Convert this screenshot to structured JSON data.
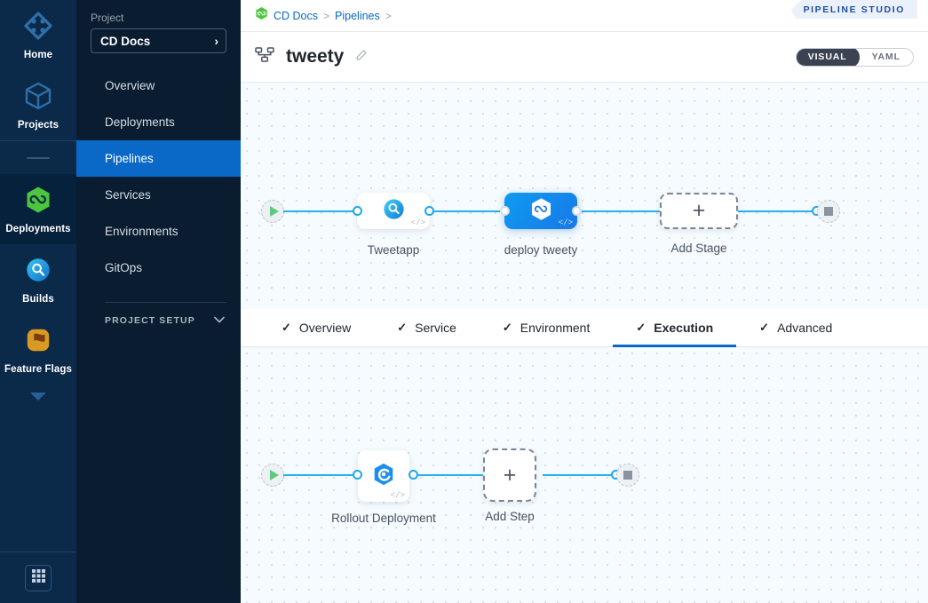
{
  "rail": {
    "items": [
      {
        "label": "Home",
        "icon": "home-diamond-icon",
        "active": false
      },
      {
        "label": "Projects",
        "icon": "cube-icon",
        "active": false
      },
      {
        "label": "Deployments",
        "icon": "hexagon-infinity-icon",
        "active": true
      },
      {
        "label": "Builds",
        "icon": "build-circle-icon",
        "active": false
      },
      {
        "label": "Feature Flags",
        "icon": "flag-icon",
        "active": false
      }
    ],
    "collapse_icon": "chevron-down-icon",
    "grid_icon": "app-grid-icon"
  },
  "sidebar": {
    "caption": "Project",
    "project_name": "CD Docs",
    "project_chevron": "chevron-right-icon",
    "items": [
      {
        "label": "Overview",
        "active": false
      },
      {
        "label": "Deployments",
        "active": false
      },
      {
        "label": "Pipelines",
        "active": true
      },
      {
        "label": "Services",
        "active": false
      },
      {
        "label": "Environments",
        "active": false
      },
      {
        "label": "GitOps",
        "active": false
      }
    ],
    "setup_label": "PROJECT SETUP",
    "setup_chevron": "chevron-down-icon"
  },
  "breadcrumb": {
    "org_icon": "harness-hexagon-icon",
    "items": [
      "CD Docs",
      "Pipelines"
    ],
    "separator": ">"
  },
  "studio_flag": "PIPELINE STUDIO",
  "title_bar": {
    "pipeline_icon": "pipeline-tree-icon",
    "title": "tweety",
    "edit_icon": "pencil-icon",
    "view_toggle": {
      "options": [
        "VISUAL",
        "YAML"
      ],
      "selected": "VISUAL"
    }
  },
  "stage_canvas": {
    "start_icon": "play-icon",
    "end_icon": "stop-icon",
    "stages": [
      {
        "label": "Tweetapp",
        "type": "build",
        "icon": "build-circle-icon",
        "selected": false,
        "code_badge": "</>"
      },
      {
        "label": "deploy tweety",
        "type": "deploy",
        "icon": "hexagon-infinity-icon",
        "selected": true,
        "code_badge": "</>"
      }
    ],
    "add_stage": {
      "label": "Add Stage",
      "icon": "plus-icon"
    }
  },
  "tabs": [
    {
      "label": "Overview",
      "check": "✓",
      "active": false
    },
    {
      "label": "Service",
      "check": "✓",
      "active": false
    },
    {
      "label": "Environment",
      "check": "✓",
      "active": false
    },
    {
      "label": "Execution",
      "check": "✓",
      "active": true
    },
    {
      "label": "Advanced",
      "check": "✓",
      "active": false
    }
  ],
  "step_canvas": {
    "start_icon": "play-icon",
    "end_icon": "stop-icon",
    "steps": [
      {
        "label": "Rollout Deployment",
        "icon": "k8s-rollout-icon",
        "code_badge": "</>"
      }
    ],
    "add_step": {
      "label": "Add Step",
      "icon": "plus-icon"
    }
  },
  "colors": {
    "accent_blue": "#0a69c7",
    "connector_blue": "#26b0f0",
    "green": "#5fc97f",
    "sidebar_dark": "#0a1c30",
    "rail_dark": "#0b2a4a"
  }
}
